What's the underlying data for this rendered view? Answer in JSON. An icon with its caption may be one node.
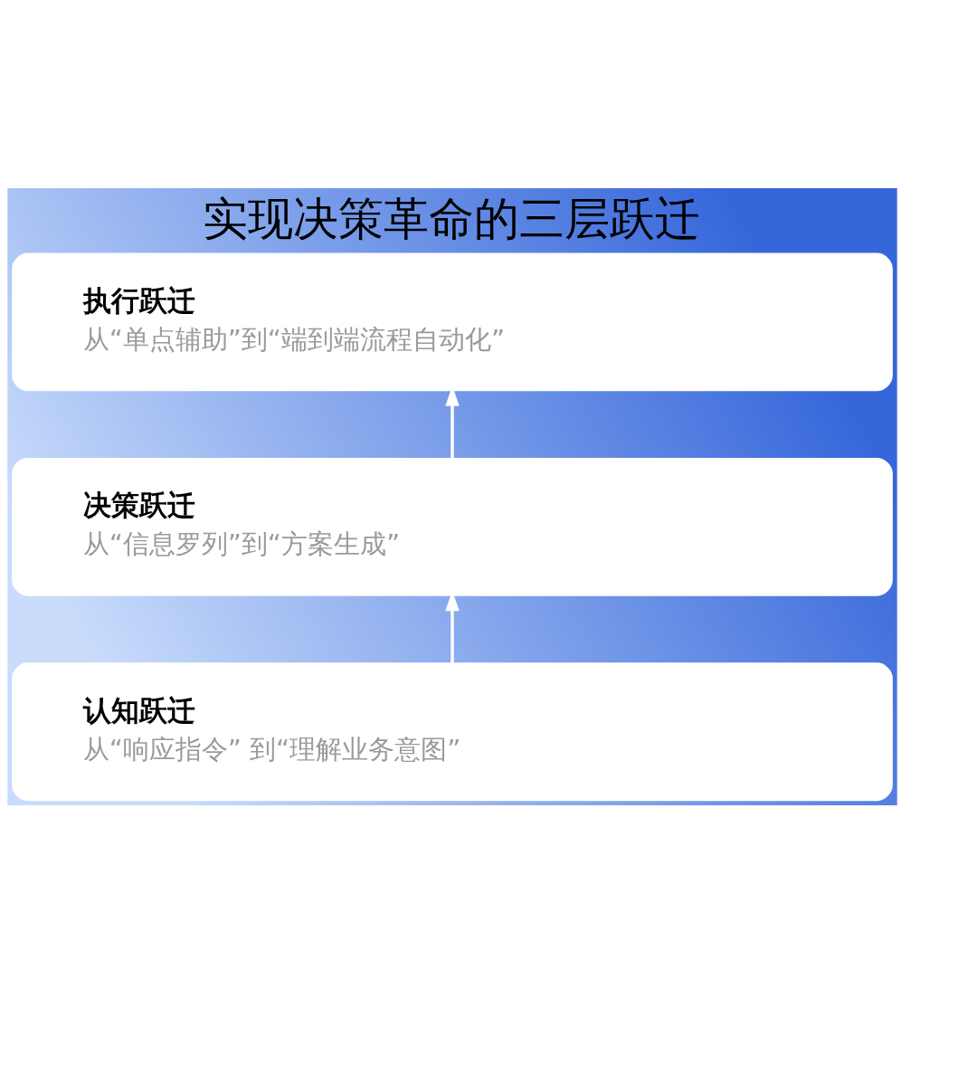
{
  "diagram": {
    "title": "实现决策革命的三层跃迁",
    "nodes": [
      {
        "text": [
          "执行跃迁",
          "从“单点辅助”到“端到端流程自动化”"
        ]
      },
      {
        "text": [
          "决策跃迁",
          "从“信息罗列”到“方案生成”"
        ]
      },
      {
        "text": [
          "认知跃迁",
          "从“响应指令” 到“理解业务意图”"
        ]
      }
    ],
    "edges": [
      {
        "from": 1,
        "to": 0,
        "arrow": "to"
      },
      {
        "from": 2,
        "to": 1,
        "arrow": "to"
      }
    ]
  }
}
